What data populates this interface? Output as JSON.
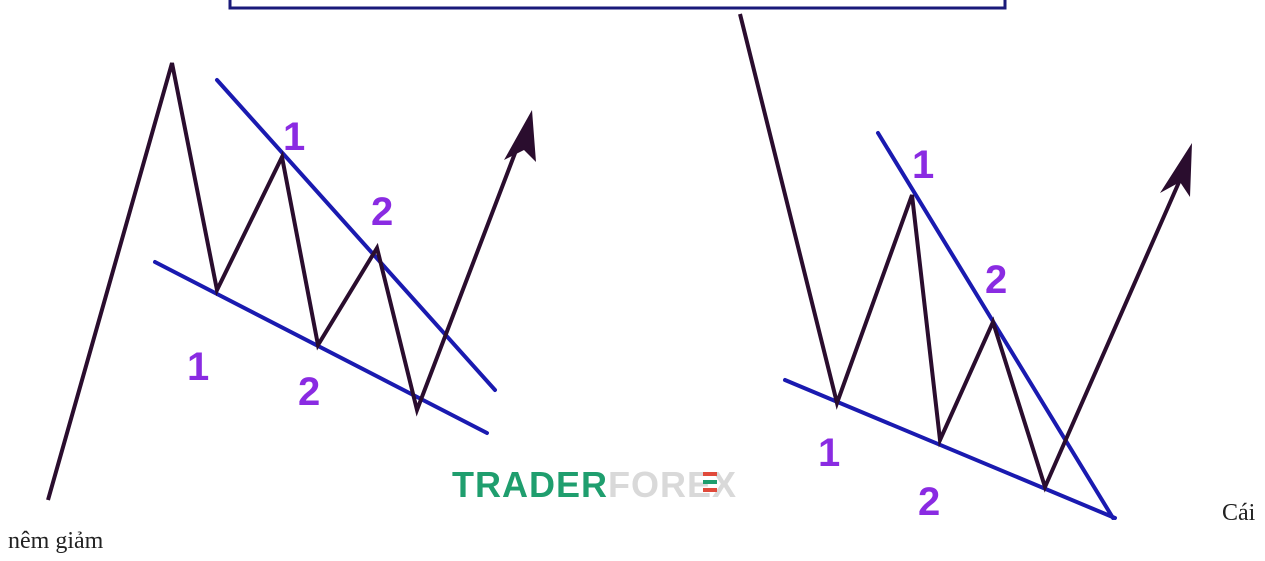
{
  "diagram": {
    "left_pattern": {
      "labels_upper": [
        "1",
        "2"
      ],
      "labels_lower": [
        "1",
        "2"
      ]
    },
    "right_pattern": {
      "labels_upper": [
        "1",
        "2"
      ],
      "labels_lower": [
        "1",
        "2"
      ]
    },
    "colors": {
      "price_line": "#2a0d2e",
      "trendline": "#1a1ab0",
      "label": "#8a2be2",
      "watermark_green": "#1f9e6e",
      "watermark_grey": "#d9d9d9",
      "watermark_red": "#e0493a",
      "frame": "#1a1a7a"
    }
  },
  "watermark": {
    "part1": "TRADER",
    "part2": "FOREX"
  },
  "caption": {
    "line1": "Cái",
    "line2": "nêm giảm"
  }
}
